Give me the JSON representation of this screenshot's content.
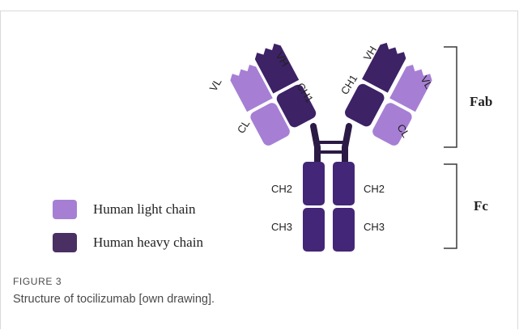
{
  "colors": {
    "light_chain": "#a67fd4",
    "heavy_chain": "#3d2266",
    "heavy_chain_mid": "#4b2c7f",
    "heavy_chain_fc": "#432677",
    "hinge": "#2b1a45",
    "bracket": "#3a3a3a",
    "text": "#222222",
    "caption": "#4a4a4a"
  },
  "diagram": {
    "labels": {
      "vh_left": "VH",
      "vl_left": "VL",
      "ch1_left": "CH1",
      "cl_left": "CL",
      "vh_right": "VH",
      "vl_right": "VL",
      "ch1_right": "CH1",
      "cl_right": "CL",
      "ch2_left": "CH2",
      "ch3_left": "CH3",
      "ch2_right": "CH2",
      "ch3_right": "CH3"
    },
    "brackets": {
      "fab": "Fab",
      "fc": "Fc"
    }
  },
  "legend": {
    "items": [
      {
        "label": "Human light chain",
        "color": "#a67fd4"
      },
      {
        "label": "Human heavy chain",
        "color": "#4a2f63"
      }
    ]
  },
  "caption": {
    "figure_label": "FIGURE 3",
    "text": "Structure of tocilizumab [own drawing]."
  }
}
